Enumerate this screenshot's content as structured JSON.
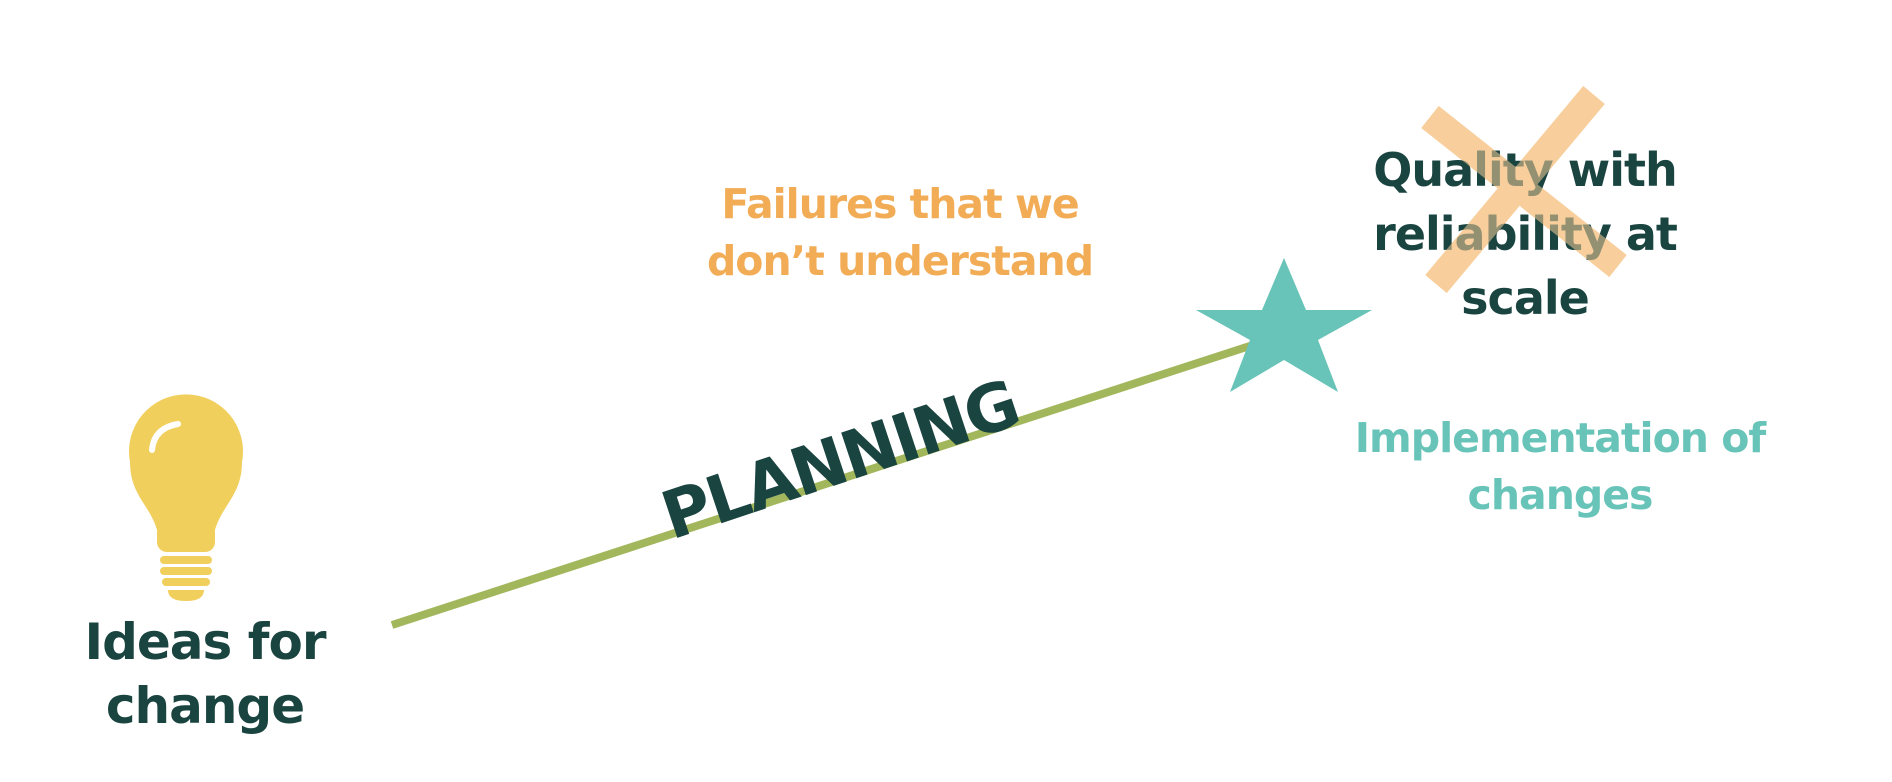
{
  "colors": {
    "dark_green": "#1a4440",
    "orange": "#f2ac55",
    "teal": "#68c4b8",
    "line_green": "#a2b75c",
    "bulb_yellow": "#f1cf5d",
    "cross_peach": "#f8cf9c"
  },
  "icons": {
    "bulb": "lightbulb-icon",
    "star": "star-icon",
    "cross": "cross-mark-icon"
  },
  "labels": {
    "ideas": [
      "Ideas for",
      "change"
    ],
    "failures": [
      "Failures that we",
      "don’t understand"
    ],
    "quality": [
      "Quality with",
      "reliability at",
      "scale"
    ],
    "implementation": [
      "Implementation of",
      "changes"
    ],
    "planning": "PLANNING"
  }
}
